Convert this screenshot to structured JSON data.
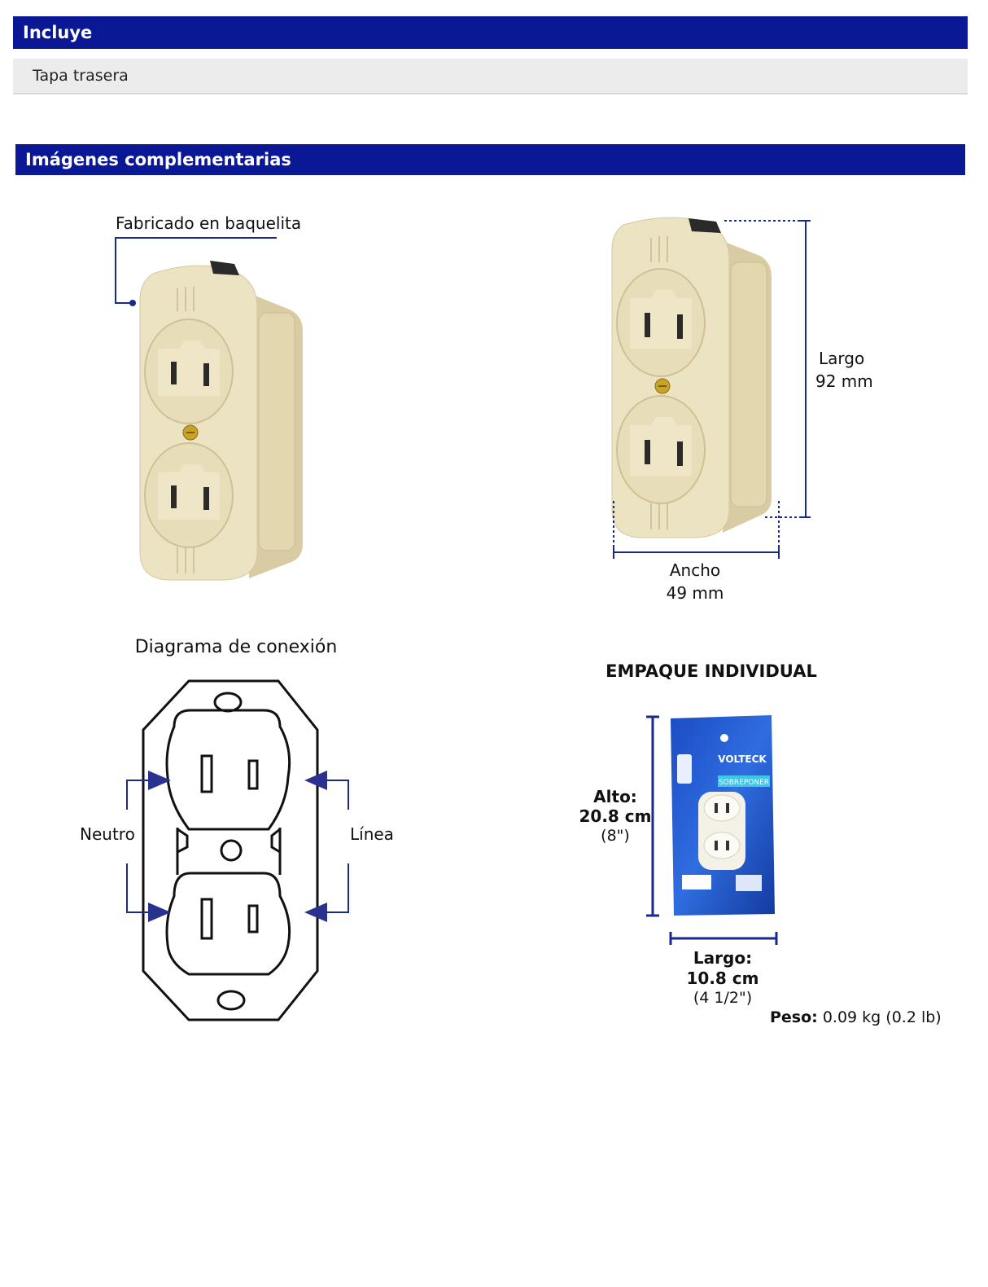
{
  "incluye": {
    "heading": "Incluye",
    "items": [
      "Tapa trasera"
    ]
  },
  "imagenes": {
    "heading": "Imágenes complementarias"
  },
  "producto": {
    "material_label": "Fabricado en baquelita",
    "largo_label": "Largo",
    "largo_value": "92 mm",
    "ancho_label": "Ancho",
    "ancho_value": "49 mm"
  },
  "diagrama": {
    "title": "Diagrama de conexión",
    "neutro": "Neutro",
    "linea": "Línea"
  },
  "empaque": {
    "title": "EMPAQUE INDIVIDUAL",
    "alto_label": "Alto:",
    "alto_cm": "20.8 cm",
    "alto_in": "(8\")",
    "largo_label": "Largo:",
    "largo_cm": "10.8 cm",
    "largo_in": "(4 1/2\")",
    "peso_label": "Peso:",
    "peso_value": "0.09 kg (0.2 lb)",
    "brand": "VOLTECK",
    "package_text": "SOBREPONER"
  },
  "colors": {
    "header_bar": "#0b1896",
    "row_bg": "#ececec",
    "dimension_line": "#1a2a8c",
    "outlet_body": "#ece3c3"
  }
}
